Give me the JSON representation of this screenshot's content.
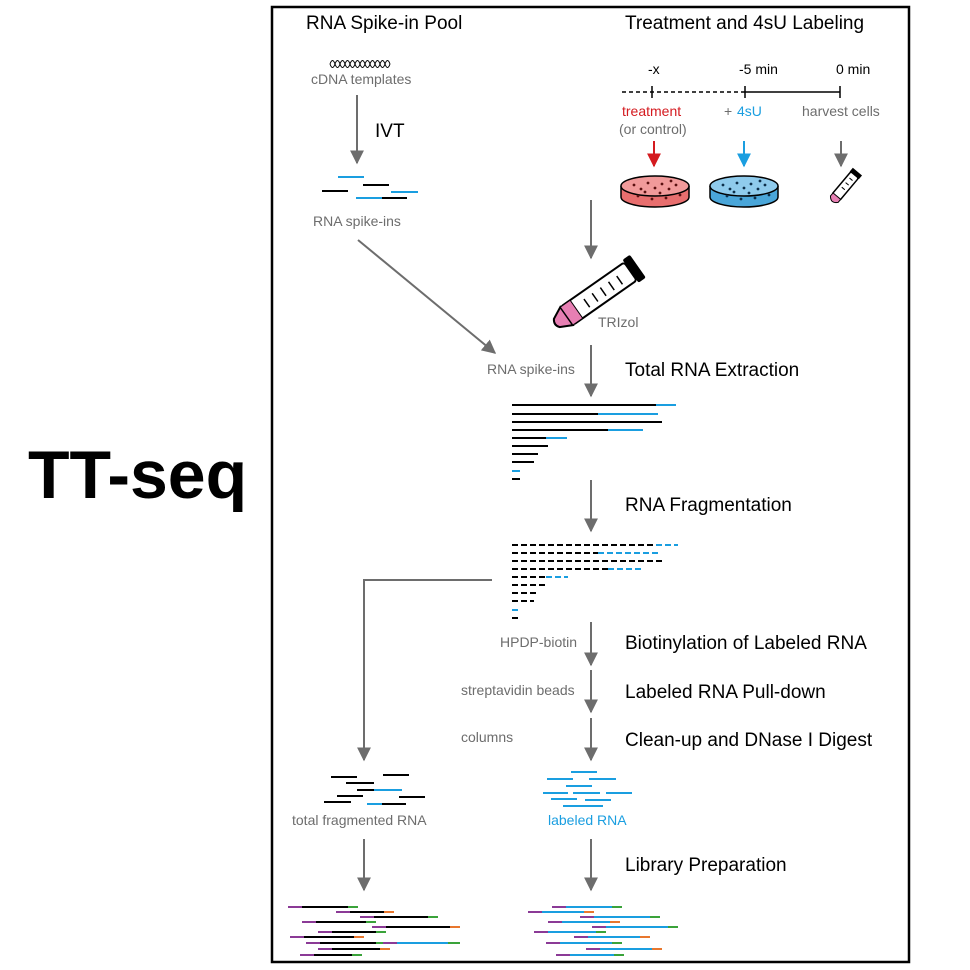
{
  "title": "TT-seq",
  "sections": {
    "spike_in_pool": "RNA Spike-in Pool",
    "treatment_labeling": "Treatment and 4sU Labeling"
  },
  "timeline": {
    "ticks": [
      "-x",
      "-5 min",
      "0 min"
    ],
    "treatment": "treatment",
    "control": "(or control)",
    "plus": "+",
    "fours_u": "4sU",
    "harvest": "harvest cells"
  },
  "labels": {
    "cdna_templates": "cDNA templates",
    "ivt": "IVT",
    "rna_spike_ins_1": "RNA spike-ins",
    "trizol": "TRIzol",
    "rna_spike_ins_2": "RNA spike-ins",
    "hpdp_biotin": "HPDP-biotin",
    "streptavidin_beads": "streptavidin beads",
    "columns": "columns",
    "total_fragmented_rna": "total fragmented RNA",
    "labeled_rna": "labeled RNA"
  },
  "steps": {
    "total_rna_extraction": "Total RNA Extraction",
    "rna_fragmentation": "RNA Fragmentation",
    "biotinylation": "Biotinylation of Labeled RNA",
    "pulldown": "Labeled RNA Pull-down",
    "cleanup": "Clean-up and DNase I Digest",
    "library_prep": "Library Preparation"
  },
  "colors": {
    "labeled": "#1a9ee0",
    "unlabeled": "#000000",
    "treatment": "#d41a1f",
    "arrow": "#6d6d6d",
    "tube_pink": "#e77fb3",
    "adapter_purple": "#8b3a96",
    "adapter_green": "#3aa33a",
    "adapter_orange": "#e8772e"
  }
}
